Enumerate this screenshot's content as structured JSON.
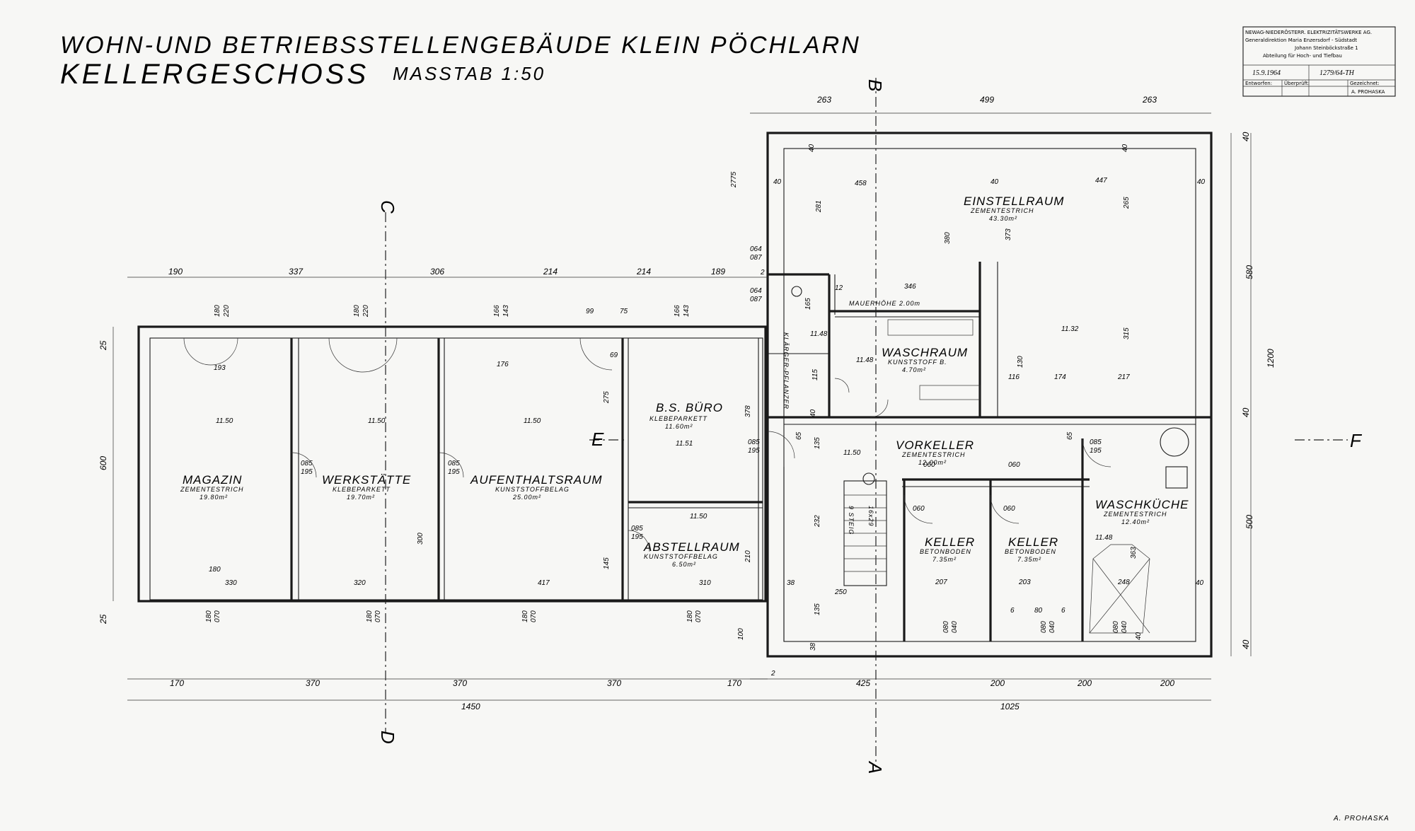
{
  "title": {
    "line1": "WOHN-UND BETRIEBSSTELLENGEBÄUDE  KLEIN PÖCHLARN",
    "line2": "KELLERGESCHOSS",
    "scale": "MASSTAB 1:50"
  },
  "stamp": {
    "line1": "NEWAG-NIEDERÖSTERR. ELEKTRIZITÄTSWERKE AG.",
    "line2": "Generaldirektion Maria Enzersdorf - Südstadt",
    "line3": "Johann Steinböckstraße 1",
    "line4": "Abteilung für Hoch- und Tiefbau",
    "date": "15.9.1964",
    "number": "1279/64-TH",
    "col1": "Entworfen:",
    "col2": "Überprüft:",
    "col3": "Gezeichnet:",
    "drawn_by": "A. PROHASKA"
  },
  "signature": "A. PROHASKA",
  "sections": {
    "a": "A",
    "b": "B",
    "c": "C",
    "d": "D",
    "e": "E",
    "f": "F"
  },
  "rooms": {
    "magazin": {
      "name": "MAGAZIN",
      "floor": "ZEMENTESTRICH",
      "area": "19.80m²"
    },
    "werkstaette": {
      "name": "WERKSTÄTTE",
      "floor": "KLEBEPARKETT",
      "area": "19.70m²"
    },
    "aufenthalt": {
      "name": "AUFENTHALTSRAUM",
      "floor": "KUNSTSTOFFBELAG",
      "area": "25.00m²"
    },
    "buero": {
      "name": "B.S. BÜRO",
      "floor": "KLEBEPARKETT",
      "area": "11.60m²"
    },
    "abstell": {
      "name": "ABSTELLRAUM",
      "floor": "KUNSTSTOFFBELAG",
      "area": "6.50m²"
    },
    "einstell": {
      "name": "EINSTELLRAUM",
      "floor": "ZEMENTESTRICH",
      "area": "43.30m²"
    },
    "waschraum": {
      "name": "WASCHRAUM",
      "floor": "KUNSTSTOFF B.",
      "area": "4.70m²"
    },
    "vorkeller": {
      "name": "VORKELLER",
      "floor": "ZEMENTESTRICH",
      "area": "12.00m²"
    },
    "keller1": {
      "name": "KELLER",
      "floor": "BETONBODEN",
      "area": "7.35m²"
    },
    "keller2": {
      "name": "KELLER",
      "floor": "BETONBODEN",
      "area": "7.35m²"
    },
    "waschkueche": {
      "name": "WASCHKÜCHE",
      "floor": "ZEMENTESTRICH",
      "area": "12.40m²"
    },
    "klaerpf": {
      "name": "KLÄRGER-PFLANZER"
    },
    "mauerhoehe": "MAUERHÖHE 2.00m",
    "steig": "9 STEIG",
    "stair": "16x29"
  },
  "dims": {
    "top_left": [
      "190",
      "337",
      "306",
      "214",
      "214",
      "189"
    ],
    "top_right": [
      "263",
      "499",
      "263"
    ],
    "bottom_left": [
      "170",
      "370",
      "370",
      "370",
      "170"
    ],
    "bottom_right": [
      "425",
      "200",
      "200",
      "200"
    ],
    "total_left": "1450",
    "total_right": "1025",
    "right_side": [
      "40",
      "580",
      "40",
      "500",
      "40"
    ],
    "right_total": "1200",
    "left_side": [
      "25",
      "600",
      "25"
    ],
    "levels": [
      "11.50",
      "11.50",
      "11.50",
      "11.51",
      "11.50",
      "11.50",
      "11.32",
      "11.48",
      "11.48",
      "11.50",
      "11.48"
    ],
    "inner": {
      "magazin_w": "193",
      "magazin_w2": "330",
      "magazin_d": "180",
      "werk_w": "320",
      "werk_h": "300",
      "auf_w": "176",
      "auf_w2": "417",
      "auf_h": "275",
      "auf_h2": "145",
      "buero_h": "378",
      "abst_w": "310",
      "abst_h": "210",
      "einst_w1": "458",
      "einst_w2": "447",
      "einst_h": "380",
      "einst_h2": "373",
      "einst_h3": "265",
      "einst_h4": "315",
      "wasch_w": "346",
      "vork_w": "116",
      "vork_w2": "174",
      "vork_w3": "217",
      "k1_w": "207",
      "k2_w": "203",
      "wk_w": "248",
      "wk_h": "363",
      "stair_w": "250",
      "stair_h": "232",
      "stair_h2": "135",
      "door1": "085",
      "door2": "195",
      "door3": "060",
      "door4": "180",
      "door5": "220",
      "win1": "180",
      "win2": "070",
      "win3": "080",
      "win4": "040",
      "s99": "99",
      "s75": "75",
      "s166": "166",
      "s143": "143",
      "s69": "69",
      "s2775": "2775",
      "s064": "064",
      "s087": "087",
      "s281": "281",
      "s12": "12",
      "s40": "40",
      "s38": "38",
      "s65": "65",
      "s100": "100",
      "s6": "6",
      "s80": "80",
      "s2": "2",
      "s135": "135",
      "s130": "130",
      "s165": "165",
      "s115": "115"
    }
  }
}
